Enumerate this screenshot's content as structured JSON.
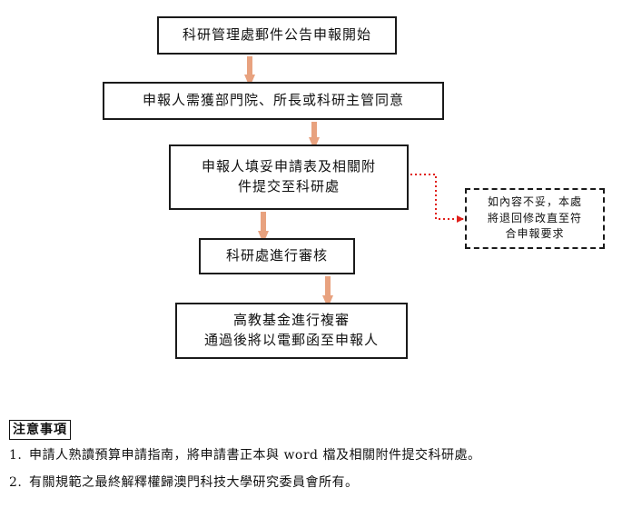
{
  "flowchart": {
    "step1": "科研管理處郵件公告申報開始",
    "step2": "申報人需獲部門院、所長或科研主管同意",
    "step3": [
      "申報人填妥申請表及相關附",
      "件提交至科研處"
    ],
    "step4": "科研處進行審核",
    "step5": [
      "高教基金進行複審",
      "通過後將以電郵函至申報人"
    ],
    "side_note": [
      "如內容不妥，本處",
      "將退回修改直至符",
      "合申報要求"
    ]
  },
  "colors": {
    "arrow": "#e8a27f",
    "dotted_arrow": "#e0201b",
    "border": "#1a1a1a"
  },
  "notes": {
    "title": "注意事項",
    "items": [
      {
        "number": "1.",
        "text": "申請人熟讀預算申請指南，將申請書正本與 word 檔及相關附件提交科研處。"
      },
      {
        "number": "2.",
        "text": "有關規範之最終解釋權歸澳門科技大學研究委員會所有。"
      }
    ]
  }
}
